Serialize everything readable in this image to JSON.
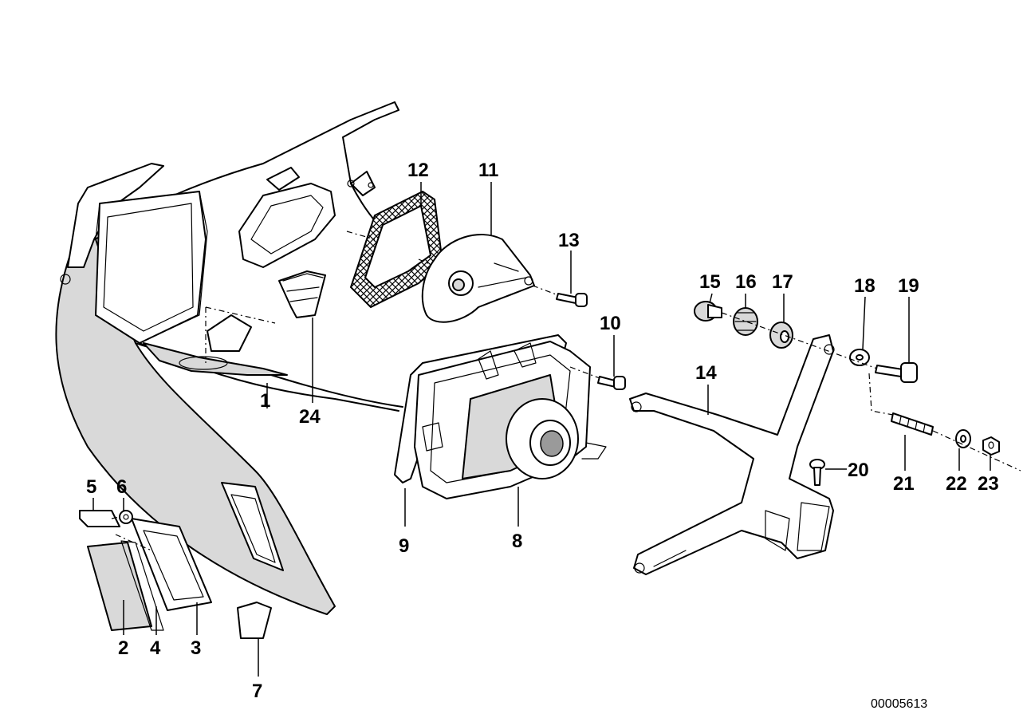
{
  "callouts": [
    {
      "id": "1",
      "label": "1"
    },
    {
      "id": "2",
      "label": "2"
    },
    {
      "id": "3",
      "label": "3"
    },
    {
      "id": "4",
      "label": "4"
    },
    {
      "id": "5",
      "label": "5"
    },
    {
      "id": "6",
      "label": "6"
    },
    {
      "id": "7",
      "label": "7"
    },
    {
      "id": "8",
      "label": "8"
    },
    {
      "id": "9",
      "label": "9"
    },
    {
      "id": "10",
      "label": "10"
    },
    {
      "id": "11",
      "label": "11"
    },
    {
      "id": "12",
      "label": "12"
    },
    {
      "id": "13",
      "label": "13"
    },
    {
      "id": "14",
      "label": "14"
    },
    {
      "id": "15",
      "label": "15"
    },
    {
      "id": "16",
      "label": "16"
    },
    {
      "id": "17",
      "label": "17"
    },
    {
      "id": "18",
      "label": "18"
    },
    {
      "id": "19",
      "label": "19"
    },
    {
      "id": "20",
      "label": "20"
    },
    {
      "id": "21",
      "label": "21"
    },
    {
      "id": "22",
      "label": "22"
    },
    {
      "id": "23",
      "label": "23"
    },
    {
      "id": "24",
      "label": "24"
    }
  ],
  "reference_number": "00005613"
}
